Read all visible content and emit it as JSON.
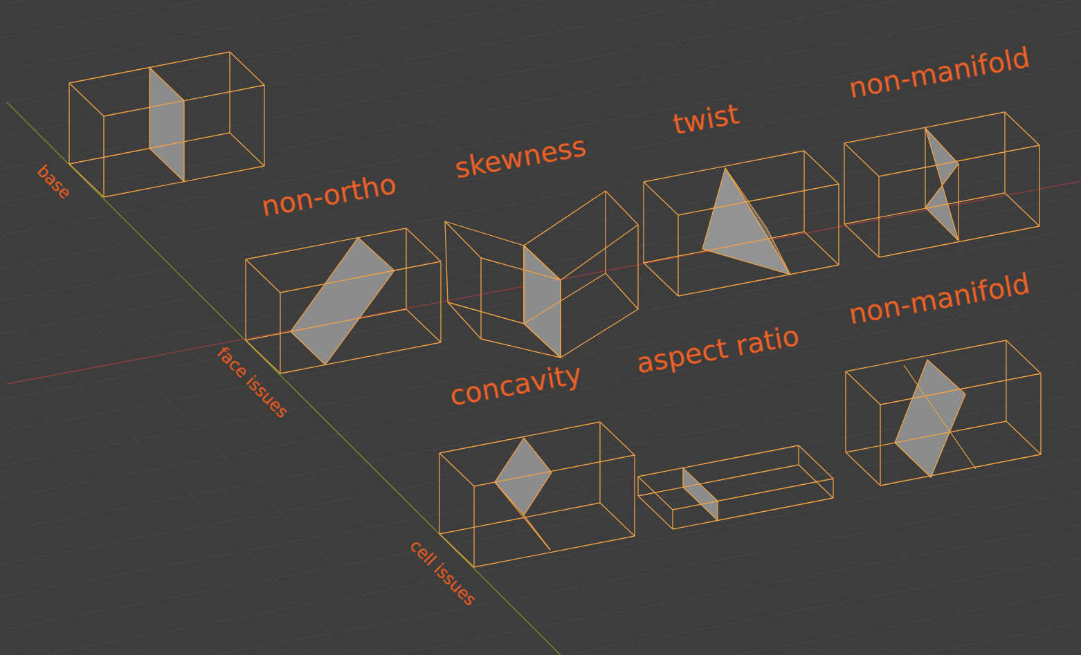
{
  "diagram": {
    "labels": [
      "base",
      "non-ortho",
      "skewness",
      "twist",
      "non-manifold",
      "face issues",
      "concavity",
      "aspect ratio",
      "non-manifold",
      "cell issues"
    ]
  }
}
